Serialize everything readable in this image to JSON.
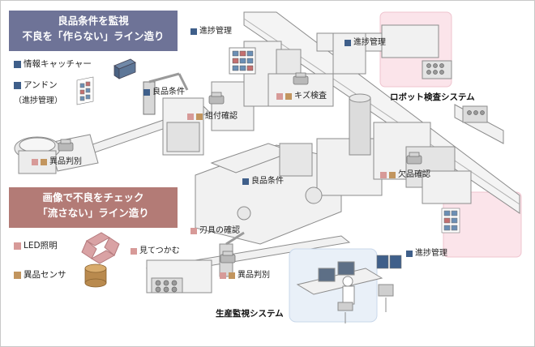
{
  "banner_top": {
    "line1": "良品条件を監視",
    "line2": "不良を「作らない」ライン造り"
  },
  "banner_bottom": {
    "line1": "画像で不良をチェック",
    "line2": "「流さない」ライン造り"
  },
  "legend": {
    "info_catcher": "情報キャッチャー",
    "andon": "アンドン",
    "andon_sub": "（進捗管理）",
    "led": "LED照明",
    "foreign_sensor": "異品センサ"
  },
  "labels": {
    "progress_top": "進捗管理",
    "progress_right": "進捗管理",
    "progress_bottom": "進捗管理",
    "good_condition_1": "良品条件",
    "good_condition_2": "良品条件",
    "assembly_check": "組付確認",
    "scratch_check": "キズ検査",
    "foreign_judge_1": "異品判別",
    "foreign_judge_2": "異品判別",
    "missing_check": "欠品確認",
    "blade_check": "刃具の確認",
    "see_grab": "見てつかむ"
  },
  "systems": {
    "robot": "ロボット検査システム",
    "production": "生産監視システム"
  },
  "colors": {
    "blue_marker": "#3f5f8a",
    "pink_marker": "#d79a98",
    "tan_marker": "#c2955e",
    "banner_top_bg": "#6e7397",
    "banner_bottom_bg": "#b37b76",
    "machine_fill": "#f1f1f1",
    "machine_stroke": "#8c8c8c",
    "robot_zone": "#fbe4ea",
    "monitor_zone": "#e9f0f8"
  },
  "icons": {
    "info_catcher": "catcher-box-icon",
    "andon": "andon-panel-icon",
    "led": "led-ring-icon",
    "foreign_sensor": "sensor-cylinder-icon"
  }
}
